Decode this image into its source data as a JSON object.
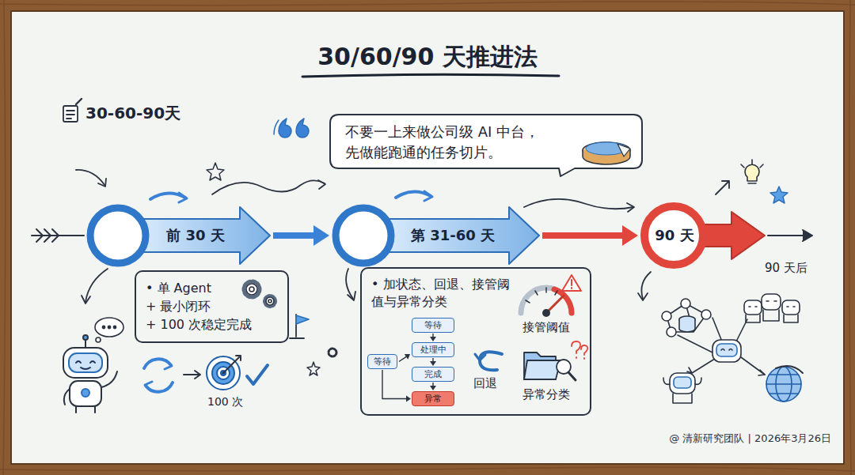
{
  "diagram": {
    "title": "30/60/90 天推进法",
    "caption": "@ 清新研究团队 | 2026年3月26日",
    "nodes": [
      {
        "text": [
          "不要一上来做公司级 AI 中台， 先做能跑通的任务切片。"
        ]
      },
      {
        "text": [
          "前 30 天"
        ]
      },
      {
        "text": [
          "第 31-60 天"
        ]
      },
      {
        "text": [
          "90 天"
        ]
      },
      {
        "text": [
          "• 单 Agent",
          "+ 最小闭环",
          "+ 100 次稳定完成"
        ]
      },
      {
        "text": [
          "• 加状态、回退、接管阈值与异常分类"
        ]
      },
      {
        "text": [
          "等待"
        ],
        "in": 5
      },
      {
        "text": [
          "等待"
        ],
        "in": 5
      },
      {
        "text": [
          "处理中"
        ],
        "in": 5
      },
      {
        "text": [
          "完成"
        ],
        "in": 5
      },
      {
        "text": [
          "异常"
        ],
        "in": 5
      }
    ],
    "edges": [
      {
        "from": 1,
        "to": 2,
        "arrow": "to"
      },
      {
        "from": 2,
        "to": 3,
        "arrow": "to"
      },
      {
        "from": 6,
        "to": 8,
        "arrow": "to"
      },
      {
        "from": 7,
        "to": 8,
        "arrow": "to"
      },
      {
        "from": 8,
        "to": 9,
        "arrow": "to"
      },
      {
        "from": 9,
        "to": 10,
        "arrow": "to"
      },
      {
        "from": 7,
        "to": 10,
        "arrow": "to"
      }
    ],
    "labels": [
      "30-60-90天",
      "100 次",
      "回退",
      "接管阈值",
      "异常分类",
      "90 天后"
    ]
  }
}
